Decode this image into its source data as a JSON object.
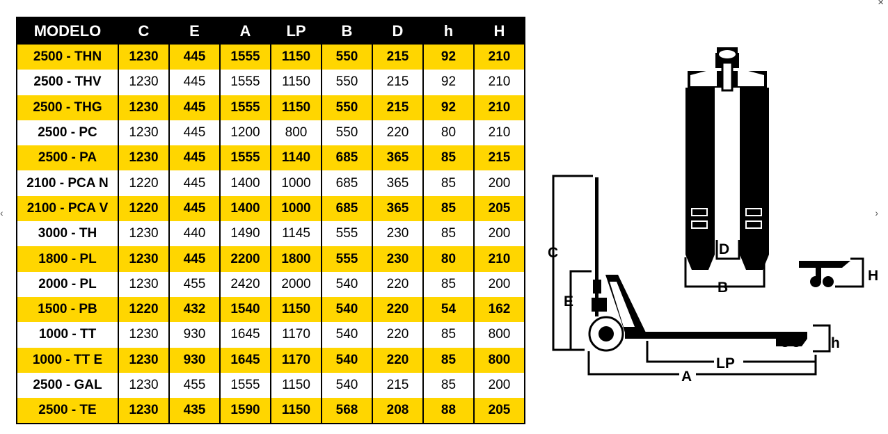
{
  "window": {
    "close_glyph": "×",
    "prev_glyph": "‹",
    "next_glyph": "›"
  },
  "colors": {
    "row_highlight": "#ffd600",
    "header_bg": "#000000",
    "header_text": "#ffffff"
  },
  "table": {
    "headers": [
      "MODELO",
      "C",
      "E",
      "A",
      "LP",
      "B",
      "D",
      "h",
      "H"
    ],
    "rows": [
      [
        "2500 - THN",
        "1230",
        "445",
        "1555",
        "1150",
        "550",
        "215",
        "92",
        "210"
      ],
      [
        "2500 - THV",
        "1230",
        "445",
        "1555",
        "1150",
        "550",
        "215",
        "92",
        "210"
      ],
      [
        "2500 - THG",
        "1230",
        "445",
        "1555",
        "1150",
        "550",
        "215",
        "92",
        "210"
      ],
      [
        "2500 - PC",
        "1230",
        "445",
        "1200",
        "800",
        "550",
        "220",
        "80",
        "210"
      ],
      [
        "2500 - PA",
        "1230",
        "445",
        "1555",
        "1140",
        "685",
        "365",
        "85",
        "215"
      ],
      [
        "2100 - PCA N",
        "1220",
        "445",
        "1400",
        "1000",
        "685",
        "365",
        "85",
        "200"
      ],
      [
        "2100 - PCA V",
        "1220",
        "445",
        "1400",
        "1000",
        "685",
        "365",
        "85",
        "205"
      ],
      [
        "3000 - TH",
        "1230",
        "440",
        "1490",
        "1145",
        "555",
        "230",
        "85",
        "200"
      ],
      [
        "1800 - PL",
        "1230",
        "445",
        "2200",
        "1800",
        "555",
        "230",
        "80",
        "210"
      ],
      [
        "2000 - PL",
        "1230",
        "455",
        "2420",
        "2000",
        "540",
        "220",
        "85",
        "200"
      ],
      [
        "1500 - PB",
        "1220",
        "432",
        "1540",
        "1150",
        "540",
        "220",
        "54",
        "162"
      ],
      [
        "1000 - TT",
        "1230",
        "930",
        "1645",
        "1170",
        "540",
        "220",
        "85",
        "800"
      ],
      [
        "1000 - TT E",
        "1230",
        "930",
        "1645",
        "1170",
        "540",
        "220",
        "85",
        "800"
      ],
      [
        "2500 - GAL",
        "1230",
        "455",
        "1555",
        "1150",
        "540",
        "215",
        "85",
        "200"
      ],
      [
        "2500 - TE",
        "1230",
        "435",
        "1590",
        "1150",
        "568",
        "208",
        "88",
        "205"
      ]
    ]
  },
  "diagram": {
    "labels": {
      "C": "C",
      "E": "E",
      "A": "A",
      "LP": "LP",
      "B": "B",
      "D": "D",
      "h": "h",
      "H": "H"
    }
  }
}
